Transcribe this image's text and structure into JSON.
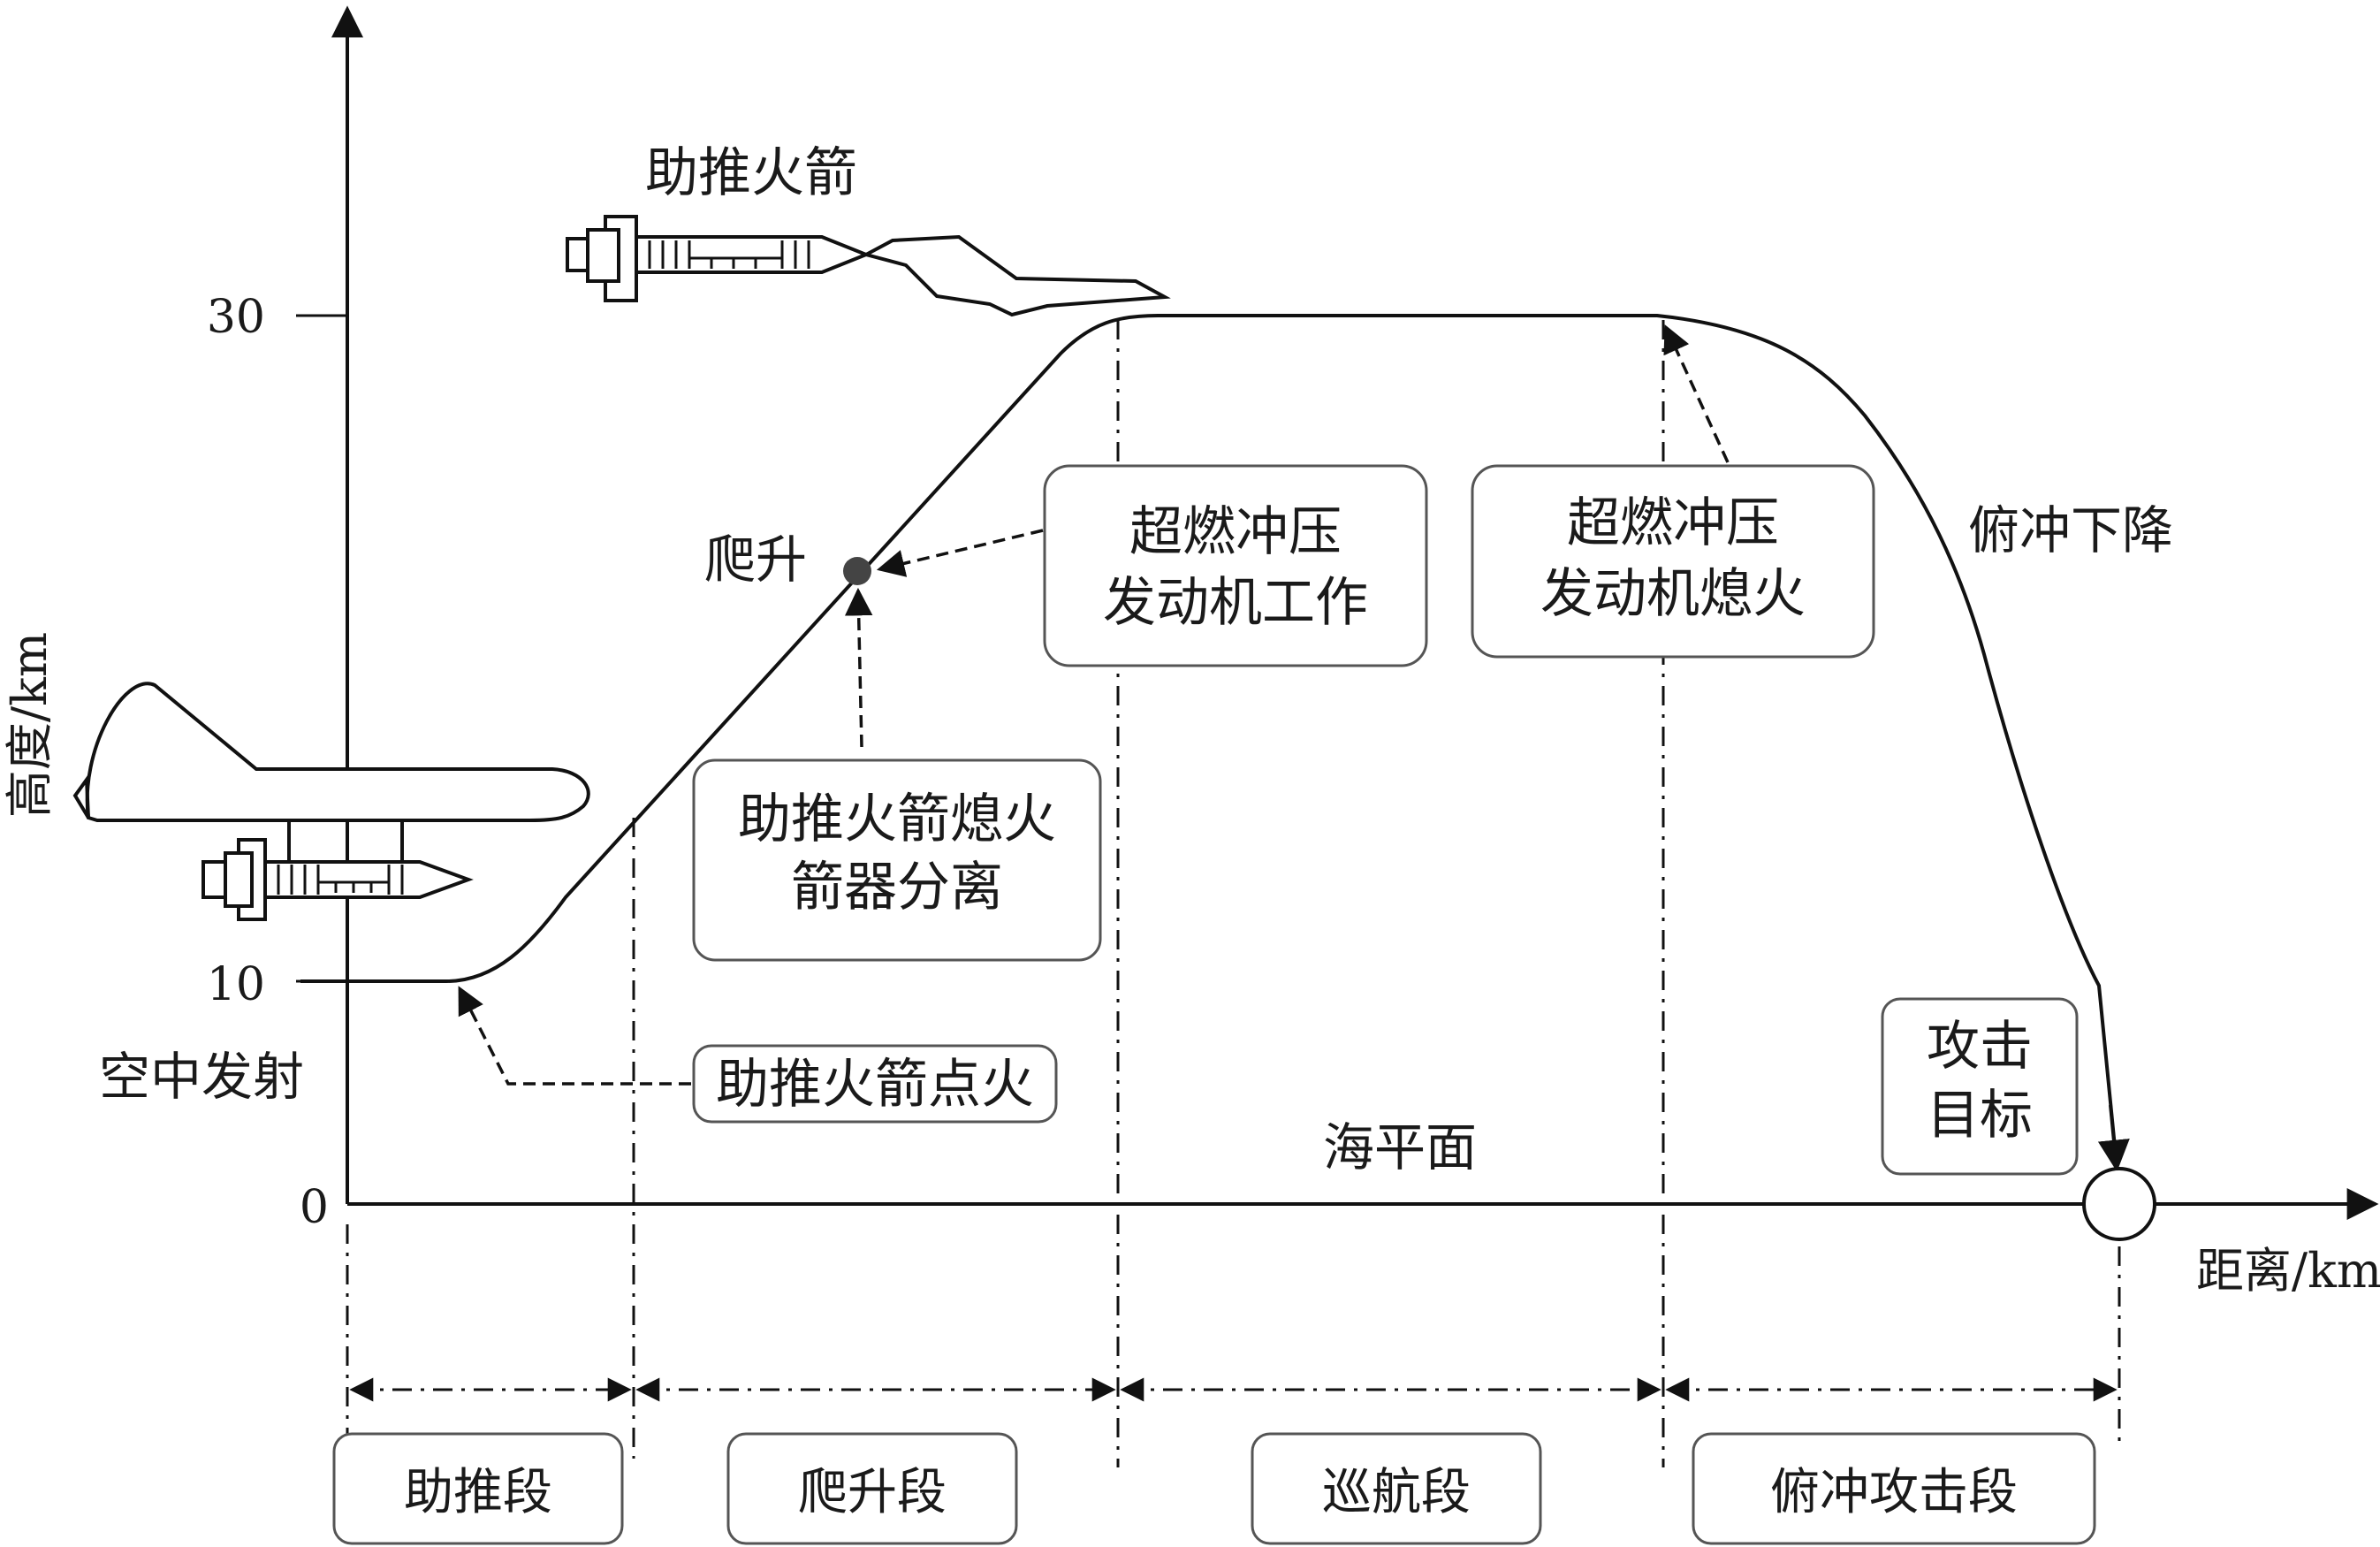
{
  "axes": {
    "y_label": "高度/km",
    "x_label": "距离/km",
    "y_ticks": [
      "30",
      "10",
      "0"
    ]
  },
  "labels": {
    "booster_rocket": "助推火箭",
    "air_launch": "空中发射",
    "climb": "爬升",
    "dive": "俯冲下降",
    "sea_level": "海平面"
  },
  "callouts": {
    "scramjet_on": [
      "超燃冲压",
      "发动机工作"
    ],
    "scramjet_off": [
      "超燃冲压",
      "发动机熄火"
    ],
    "booster_burnout": [
      "助推火箭熄火",
      "箭器分离"
    ],
    "booster_ignition": "助推火箭点火",
    "target": [
      "攻击",
      "目标"
    ]
  },
  "phases": [
    "助推段",
    "爬升段",
    "巡航段",
    "俯冲攻击段"
  ],
  "colors": {
    "line": "#111111",
    "box_stroke": "#555555",
    "dot": "#444444"
  }
}
